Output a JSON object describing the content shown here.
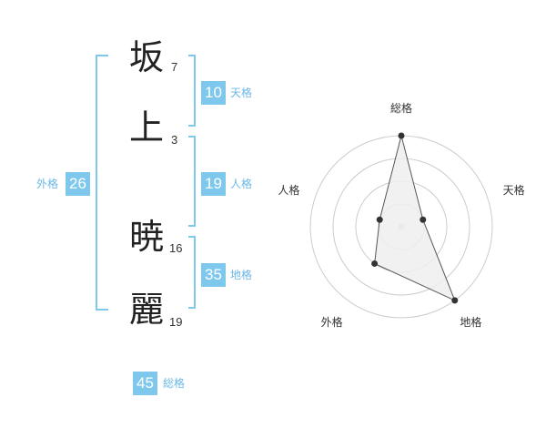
{
  "name": {
    "characters": [
      {
        "char": "坂",
        "strokes": "7"
      },
      {
        "char": "上",
        "strokes": "3"
      },
      {
        "char": "暁",
        "strokes": "16"
      },
      {
        "char": "麗",
        "strokes": "19"
      }
    ]
  },
  "fortunes": {
    "tenkaku": {
      "value": "10",
      "label": "天格"
    },
    "jinkaku": {
      "value": "19",
      "label": "人格"
    },
    "chikaku": {
      "value": "35",
      "label": "地格"
    },
    "gaikaku": {
      "value": "26",
      "label": "外格"
    },
    "soukaku": {
      "value": "45",
      "label": "総格"
    }
  },
  "radar": {
    "axes": [
      "総格",
      "天格",
      "地格",
      "外格",
      "人格"
    ],
    "values": [
      4,
      1,
      4,
      2,
      1
    ],
    "max": 4,
    "rings": 4,
    "colors": {
      "grid": "#cccccc",
      "fill": "#eeeeee",
      "line": "#555555",
      "point": "#333333",
      "center": "#cccccc"
    }
  },
  "colors": {
    "accent": "#7ec8ee",
    "bracket": "#7ec8ee",
    "label": "#6cb8e6"
  }
}
